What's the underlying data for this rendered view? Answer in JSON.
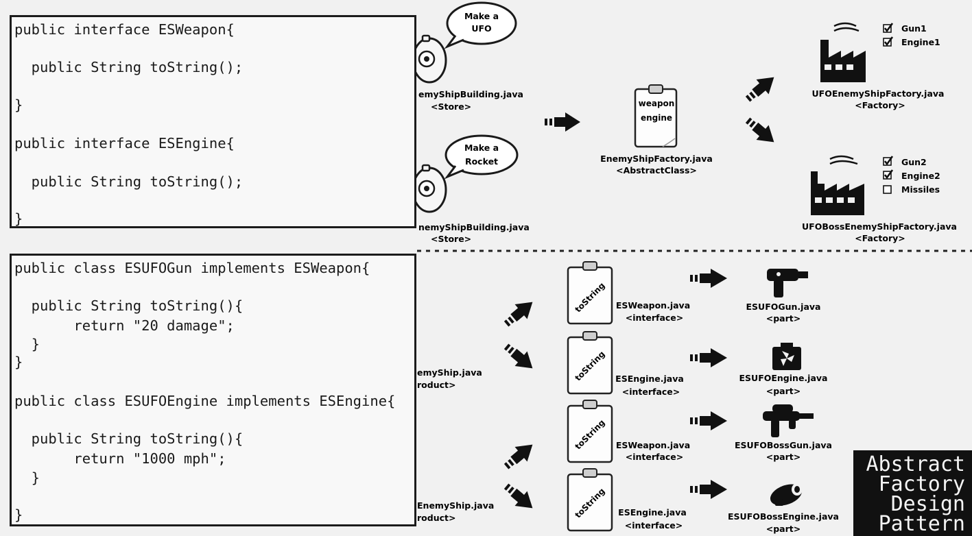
{
  "code_top": {
    "lines": [
      "public interface ESWeapon{",
      "  public String toString();",
      "}",
      "public interface ESEngine{",
      "  public String toString();",
      "}"
    ]
  },
  "code_bottom": {
    "lines": [
      "public class ESUFOGun implements ESWeapon{",
      "  public String toString(){",
      "       return \"20 damage\";",
      "  }",
      "}",
      "public class ESUFOEngine implements ESEngine{",
      "  public String toString(){",
      "       return \"1000 mph\";",
      "  }",
      "}"
    ]
  },
  "top_section": {
    "bubble_1": [
      "Make a",
      "UFO"
    ],
    "bubble_2": [
      "Make a",
      "Rocket"
    ],
    "store_1": {
      "name": "emyShipBuilding.java",
      "role": "<Store>"
    },
    "store_2": {
      "name": "nemyShipBuilding.java",
      "role": "<Store>"
    },
    "clipboard": {
      "lines": [
        "weapon",
        "engine"
      ],
      "name": "EnemyShipFactory.java",
      "role": "<AbstractClass>"
    },
    "factory_1": {
      "name": "UFOEnemyShipFactory.java",
      "role": "<Factory>",
      "checklist": [
        "Gun1",
        "Engine1"
      ]
    },
    "factory_2": {
      "name": "UFOBossEnemyShipFactory.java",
      "role": "<Factory>",
      "checklist": [
        "Gun2",
        "Engine2",
        "Missiles"
      ],
      "unchecked": "Missiles"
    }
  },
  "bottom_section": {
    "product_1": {
      "name": "emyShip.java",
      "role": "roduct>"
    },
    "product_2": {
      "name": "EnemyShip.java",
      "role": "roduct>"
    },
    "clipboard_text": "toString",
    "rows": [
      {
        "iface": "ESWeapon.java",
        "iface_role": "<interface>",
        "part": "ESUFOGun.java",
        "part_role": "<part>",
        "icon": "ray-gun-icon"
      },
      {
        "iface": "ESEngine.java",
        "iface_role": "<interface>",
        "part": "ESUFOEngine.java",
        "part_role": "<part>",
        "icon": "fan-engine-icon"
      },
      {
        "iface": "ESWeapon.java",
        "iface_role": "<interface>",
        "part": "ESUFOBossGun.java",
        "part_role": "<part>",
        "icon": "water-gun-icon"
      },
      {
        "iface": "ESEngine.java",
        "iface_role": "<interface>",
        "part": "ESUFOBossEngine.java",
        "part_role": "<part>",
        "icon": "jet-engine-icon"
      }
    ]
  },
  "title_card": [
    "Abstract",
    "Factory",
    "Design",
    "Pattern"
  ],
  "colors": {
    "background": "#f1f1f1",
    "ink": "#111111",
    "code_bg": "#f8f8f8"
  }
}
